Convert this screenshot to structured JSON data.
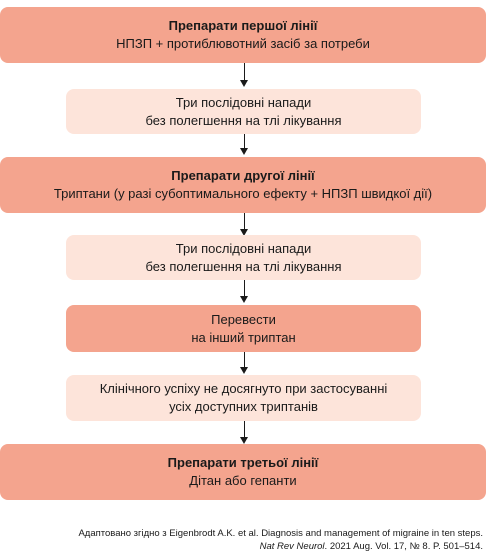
{
  "steps": [
    {
      "title": "Препарати першої лінії",
      "text": "НПЗП + протиблювотний засіб за потреби"
    },
    {
      "text": [
        "Три послідовні напади",
        "без полегшення на тлі лікування"
      ]
    },
    {
      "title": "Препарати другої лінії",
      "text": "Триптани (у разі субоптимального ефекту + НПЗП швидкої дії)"
    },
    {
      "text": [
        "Три послідовні напади",
        "без полегшення на тлі лікування"
      ]
    },
    {
      "text": [
        "Перевести",
        "на інший триптан"
      ]
    },
    {
      "text": [
        "Клінічного успіху не досягнуто при застосуванні",
        "усіх доступних триптанів"
      ]
    },
    {
      "title": "Препарати третьої лінії",
      "text": "Дітан або гепанти"
    }
  ],
  "source": {
    "line1": "Адаптовано згідно з Eigenbrodt A.K. et al. Diagnosis and management of migraine in ten steps.",
    "journal": "Nat Rev Neurol",
    "line2_rest": ". 2021 Aug. Vol. 17, № 8. P. 501–514."
  },
  "colors": {
    "dark_box": "#f4a48e",
    "light_box": "#fde4da",
    "arrow": "#1a1a1a"
  }
}
